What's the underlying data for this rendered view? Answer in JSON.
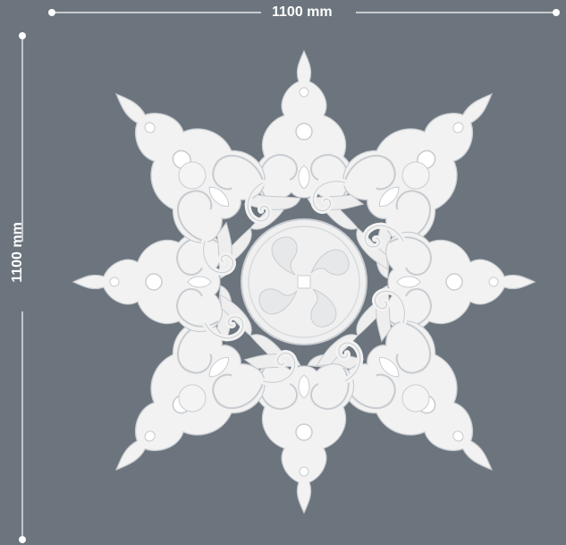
{
  "dimensions": {
    "width_label": "1100 mm",
    "height_label": "1100 mm"
  },
  "artwork": {
    "subject": "ornamental-ceiling-rosette",
    "arms": 8,
    "colors": {
      "background": "#6c757e",
      "ornament": "#f2f2f2",
      "ornament_shadow": "#c9cdd1",
      "dimension_line": "#ffffff"
    }
  }
}
